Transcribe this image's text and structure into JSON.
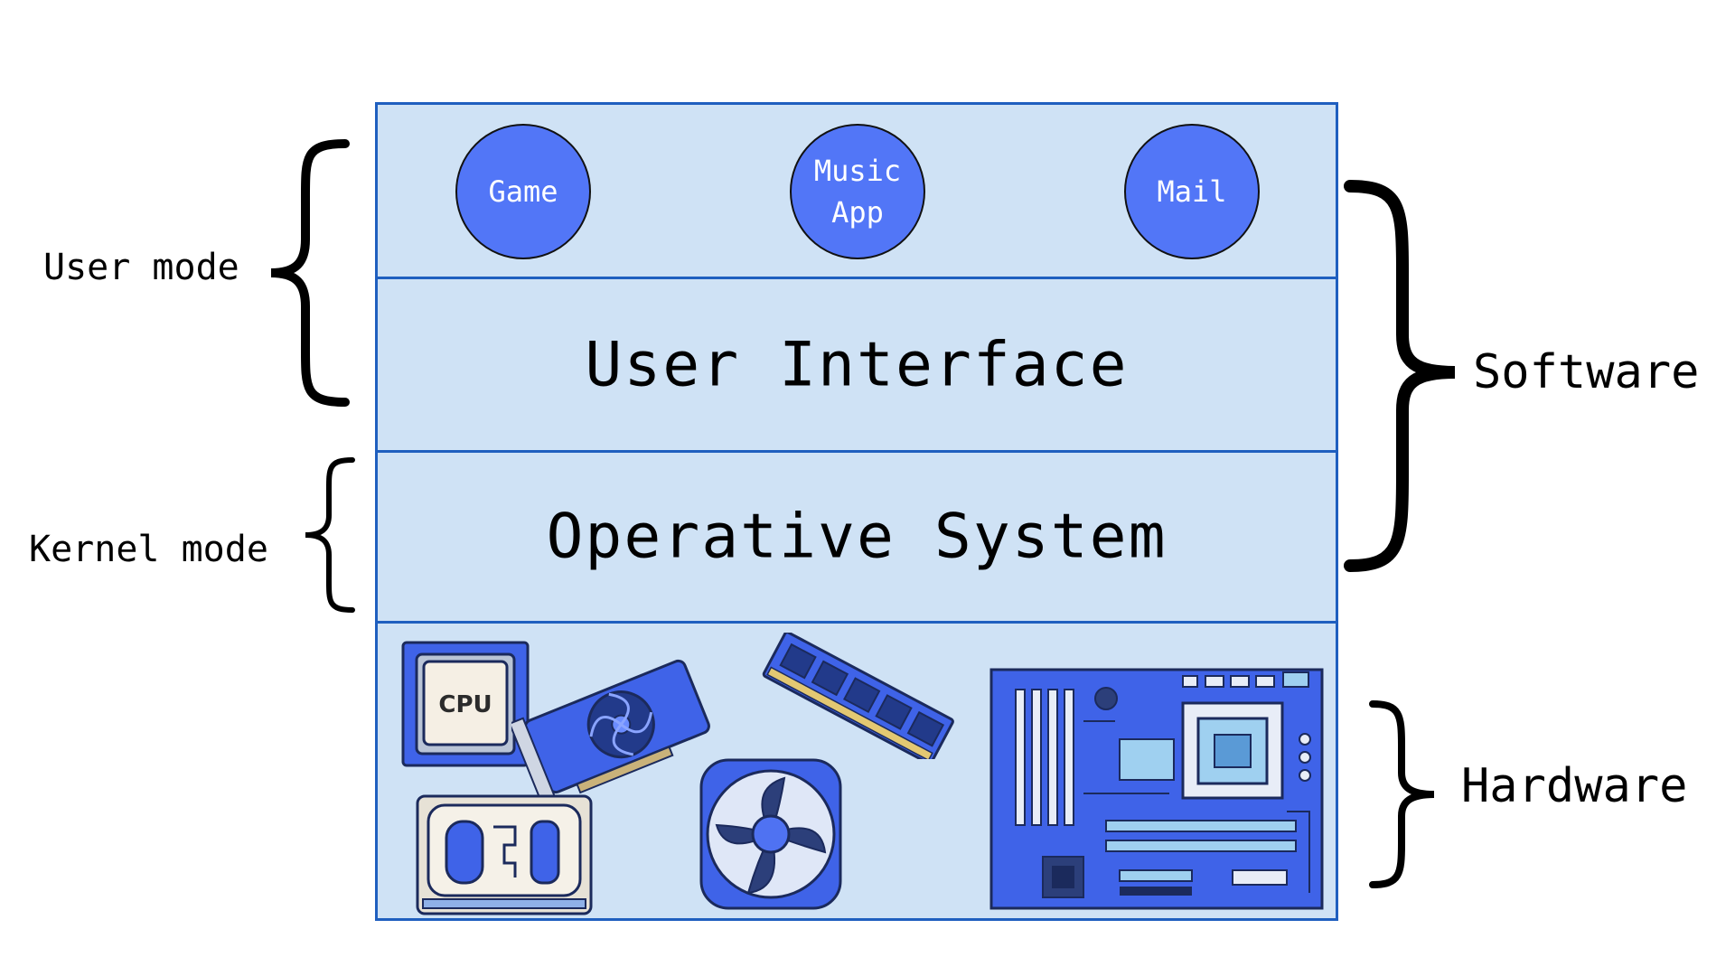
{
  "apps": [
    {
      "label": "Game"
    },
    {
      "label": "Music\nApp"
    },
    {
      "label": "Mail"
    }
  ],
  "layers": {
    "user_interface": "User Interface",
    "operative_system": "Operative System"
  },
  "left_labels": {
    "user_mode": "User mode",
    "kernel_mode": "Kernel mode"
  },
  "right_labels": {
    "software": "Software",
    "hardware": "Hardware"
  },
  "hardware": {
    "cpu_label": "CPU"
  },
  "colors": {
    "app_fill": "#5276f7",
    "layer_fill": "#cfe2f5",
    "border": "#1f5fbf",
    "hardware_blue": "#3f63e8"
  }
}
